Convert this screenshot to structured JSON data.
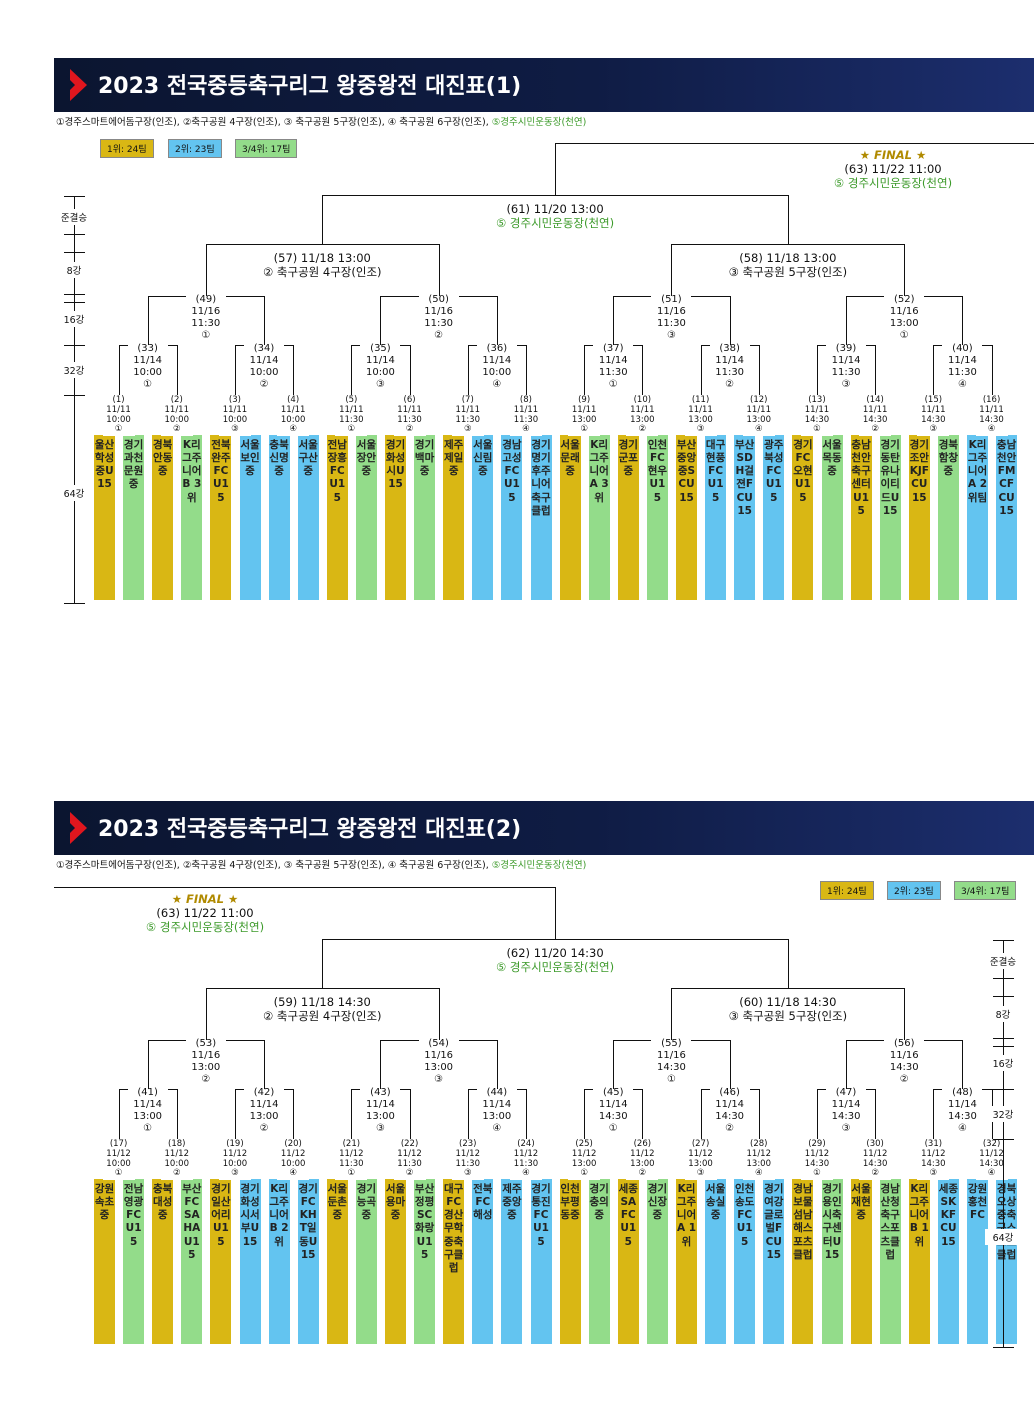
{
  "sheets": [
    {
      "title": "2023 전국중등축구리그 왕중왕전 대진표(1)",
      "venues_text": "①경주스마트에어돔구장(인조), ②축구공원 4구장(인조), ③ 축구공원 5구장(인조), ④ 축구공원 6구장(인조), ",
      "venues_green": "⑤경주시민운동장(천연)",
      "legend": [
        "1위: 24팀",
        "2위: 23팀",
        "3/4위: 17팀"
      ],
      "final": {
        "star": "★ FINAL ★",
        "info": "(63) 11/22 11:00",
        "venue": "⑤ 경주시민운동장(천연)"
      },
      "semi": {
        "info": "(61) 11/20 13:00",
        "venue": "⑤ 경주시민운동장(천연)"
      },
      "quarters": [
        {
          "info": "(57) 11/18 13:00",
          "venue": "② 축구공원 4구장(인조)"
        },
        {
          "info": "(58) 11/18 13:00",
          "venue": "③ 축구공원 5구장(인조)"
        }
      ],
      "r16": [
        {
          "no": "(49)",
          "date": "11/16",
          "time": "11:30",
          "venue": "①"
        },
        {
          "no": "(50)",
          "date": "11/16",
          "time": "11:30",
          "venue": "②"
        },
        {
          "no": "(51)",
          "date": "11/16",
          "time": "11:30",
          "venue": "③"
        },
        {
          "no": "(52)",
          "date": "11/16",
          "time": "13:00",
          "venue": "①"
        }
      ],
      "r32": [
        {
          "no": "(33)",
          "date": "11/14",
          "time": "10:00",
          "venue": "①"
        },
        {
          "no": "(34)",
          "date": "11/14",
          "time": "10:00",
          "venue": "②"
        },
        {
          "no": "(35)",
          "date": "11/14",
          "time": "10:00",
          "venue": "③"
        },
        {
          "no": "(36)",
          "date": "11/14",
          "time": "10:00",
          "venue": "④"
        },
        {
          "no": "(37)",
          "date": "11/14",
          "time": "11:30",
          "venue": "①"
        },
        {
          "no": "(38)",
          "date": "11/14",
          "time": "11:30",
          "venue": "②"
        },
        {
          "no": "(39)",
          "date": "11/14",
          "time": "11:30",
          "venue": "③"
        },
        {
          "no": "(40)",
          "date": "11/14",
          "time": "11:30",
          "venue": "④"
        }
      ],
      "r64": [
        {
          "no": "(1)",
          "date": "11/11",
          "time": "10:00",
          "venue": "①"
        },
        {
          "no": "(2)",
          "date": "11/11",
          "time": "10:00",
          "venue": "②"
        },
        {
          "no": "(3)",
          "date": "11/11",
          "time": "10:00",
          "venue": "③"
        },
        {
          "no": "(4)",
          "date": "11/11",
          "time": "10:00",
          "venue": "④"
        },
        {
          "no": "(5)",
          "date": "11/11",
          "time": "11:30",
          "venue": "①"
        },
        {
          "no": "(6)",
          "date": "11/11",
          "time": "11:30",
          "venue": "②"
        },
        {
          "no": "(7)",
          "date": "11/11",
          "time": "11:30",
          "venue": "③"
        },
        {
          "no": "(8)",
          "date": "11/11",
          "time": "11:30",
          "venue": "④"
        },
        {
          "no": "(9)",
          "date": "11/11",
          "time": "13:00",
          "venue": "①"
        },
        {
          "no": "(10)",
          "date": "11/11",
          "time": "13:00",
          "venue": "②"
        },
        {
          "no": "(11)",
          "date": "11/11",
          "time": "13:00",
          "venue": "③"
        },
        {
          "no": "(12)",
          "date": "11/11",
          "time": "13:00",
          "venue": "④"
        },
        {
          "no": "(13)",
          "date": "11/11",
          "time": "14:30",
          "venue": "①"
        },
        {
          "no": "(14)",
          "date": "11/11",
          "time": "14:30",
          "venue": "②"
        },
        {
          "no": "(15)",
          "date": "11/11",
          "time": "14:30",
          "venue": "③"
        },
        {
          "no": "(16)",
          "date": "11/11",
          "time": "14:30",
          "venue": "④"
        }
      ],
      "teams": [
        {
          "name": "울산학성중U15",
          "tier": "gold"
        },
        {
          "name": "경기과천문원중",
          "tier": "green"
        },
        {
          "name": "경북안동중",
          "tier": "gold"
        },
        {
          "name": "K리그주니어B 3위",
          "tier": "green"
        },
        {
          "name": "전북완주FCU15",
          "tier": "gold"
        },
        {
          "name": "서울보인중",
          "tier": "blue"
        },
        {
          "name": "충북신명중",
          "tier": "blue"
        },
        {
          "name": "서울구산중",
          "tier": "blue"
        },
        {
          "name": "전남장흥FCU15",
          "tier": "gold"
        },
        {
          "name": "서울장안중",
          "tier": "green"
        },
        {
          "name": "경기화성시U15",
          "tier": "gold"
        },
        {
          "name": "경기백마중",
          "tier": "green"
        },
        {
          "name": "제주제일중",
          "tier": "gold"
        },
        {
          "name": "서울신림중",
          "tier": "blue"
        },
        {
          "name": "경남고성FCU15",
          "tier": "blue"
        },
        {
          "name": "경기명기후주니어축구클럽",
          "tier": "blue"
        },
        {
          "name": "서울문래중",
          "tier": "gold"
        },
        {
          "name": "K리그주니어A 3위",
          "tier": "green"
        },
        {
          "name": "경기군포중",
          "tier": "gold"
        },
        {
          "name": "인천FC현우U15",
          "tier": "green"
        },
        {
          "name": "부산중앙중SCU15",
          "tier": "gold"
        },
        {
          "name": "대구현풍FCU15",
          "tier": "blue"
        },
        {
          "name": "부산SDH걸젼FCU15",
          "tier": "blue"
        },
        {
          "name": "광주북성FCU15",
          "tier": "blue"
        },
        {
          "name": "경기FC오현U15",
          "tier": "gold"
        },
        {
          "name": "서울목동중",
          "tier": "green"
        },
        {
          "name": "충남천안축구센터U15",
          "tier": "gold"
        },
        {
          "name": "경기동탄유나이티드U15",
          "tier": "green"
        },
        {
          "name": "경기조안KJFCU15",
          "tier": "gold"
        },
        {
          "name": "경북함창중",
          "tier": "green"
        },
        {
          "name": "K리그주니어A 2위팀",
          "tier": "blue"
        },
        {
          "name": "충남천안FMCFCU15",
          "tier": "blue"
        }
      ]
    },
    {
      "title": "2023 전국중등축구리그 왕중왕전 대진표(2)",
      "venues_text": "①경주스마트에어돔구장(인조), ②축구공원 4구장(인조), ③ 축구공원 5구장(인조), ④ 축구공원 6구장(인조), ",
      "venues_green": "⑤경주시민운동장(천연)",
      "legend": [
        "1위: 24팀",
        "2위: 23팀",
        "3/4위: 17팀"
      ],
      "final": {
        "star": "★ FINAL ★",
        "info": "(63) 11/22 11:00",
        "venue": "⑤ 경주시민운동장(천연)"
      },
      "semi": {
        "info": "(62) 11/20 14:30",
        "venue": "⑤ 경주시민운동장(천연)"
      },
      "quarters": [
        {
          "info": "(59) 11/18 14:30",
          "venue": "② 축구공원 4구장(인조)"
        },
        {
          "info": "(60) 11/18 14:30",
          "venue": "③ 축구공원 5구장(인조)"
        }
      ],
      "r16": [
        {
          "no": "(53)",
          "date": "11/16",
          "time": "13:00",
          "venue": "②"
        },
        {
          "no": "(54)",
          "date": "11/16",
          "time": "13:00",
          "venue": "③"
        },
        {
          "no": "(55)",
          "date": "11/16",
          "time": "14:30",
          "venue": "①"
        },
        {
          "no": "(56)",
          "date": "11/16",
          "time": "14:30",
          "venue": "②"
        }
      ],
      "r32": [
        {
          "no": "(41)",
          "date": "11/14",
          "time": "13:00",
          "venue": "①"
        },
        {
          "no": "(42)",
          "date": "11/14",
          "time": "13:00",
          "venue": "②"
        },
        {
          "no": "(43)",
          "date": "11/14",
          "time": "13:00",
          "venue": "③"
        },
        {
          "no": "(44)",
          "date": "11/14",
          "time": "13:00",
          "venue": "④"
        },
        {
          "no": "(45)",
          "date": "11/14",
          "time": "14:30",
          "venue": "①"
        },
        {
          "no": "(46)",
          "date": "11/14",
          "time": "14:30",
          "venue": "②"
        },
        {
          "no": "(47)",
          "date": "11/14",
          "time": "14:30",
          "venue": "③"
        },
        {
          "no": "(48)",
          "date": "11/14",
          "time": "14:30",
          "venue": "④"
        }
      ],
      "r64": [
        {
          "no": "(17)",
          "date": "11/12",
          "time": "10:00",
          "venue": "①"
        },
        {
          "no": "(18)",
          "date": "11/12",
          "time": "10:00",
          "venue": "②"
        },
        {
          "no": "(19)",
          "date": "11/12",
          "time": "10:00",
          "venue": "③"
        },
        {
          "no": "(20)",
          "date": "11/12",
          "time": "10:00",
          "venue": "④"
        },
        {
          "no": "(21)",
          "date": "11/12",
          "time": "11:30",
          "venue": "①"
        },
        {
          "no": "(22)",
          "date": "11/12",
          "time": "11:30",
          "venue": "②"
        },
        {
          "no": "(23)",
          "date": "11/12",
          "time": "11:30",
          "venue": "③"
        },
        {
          "no": "(24)",
          "date": "11/12",
          "time": "11:30",
          "venue": "④"
        },
        {
          "no": "(25)",
          "date": "11/12",
          "time": "13:00",
          "venue": "①"
        },
        {
          "no": "(26)",
          "date": "11/12",
          "time": "13:00",
          "venue": "②"
        },
        {
          "no": "(27)",
          "date": "11/12",
          "time": "13:00",
          "venue": "③"
        },
        {
          "no": "(28)",
          "date": "11/12",
          "time": "13:00",
          "venue": "④"
        },
        {
          "no": "(29)",
          "date": "11/12",
          "time": "14:30",
          "venue": "①"
        },
        {
          "no": "(30)",
          "date": "11/12",
          "time": "14:30",
          "venue": "②"
        },
        {
          "no": "(31)",
          "date": "11/12",
          "time": "14:30",
          "venue": "③"
        },
        {
          "no": "(32)",
          "date": "11/12",
          "time": "14:30",
          "venue": "④"
        }
      ],
      "teams": [
        {
          "name": "강원속초중",
          "tier": "gold"
        },
        {
          "name": "전남영광FCU15",
          "tier": "green"
        },
        {
          "name": "충북대성중",
          "tier": "gold"
        },
        {
          "name": "부산FCSAHAU15",
          "tier": "green"
        },
        {
          "name": "경기일산어리U15",
          "tier": "gold"
        },
        {
          "name": "경기화성시서부U15",
          "tier": "blue"
        },
        {
          "name": "K리그주니어B 2위",
          "tier": "blue"
        },
        {
          "name": "경기FCKHT일동U15",
          "tier": "blue"
        },
        {
          "name": "서울둔촌중",
          "tier": "gold"
        },
        {
          "name": "경기능곡중",
          "tier": "green"
        },
        {
          "name": "서울용마중",
          "tier": "gold"
        },
        {
          "name": "부산정평SC화랑U15",
          "tier": "green"
        },
        {
          "name": "대구FC경산무학중축구클럽",
          "tier": "gold"
        },
        {
          "name": "전북FC해성",
          "tier": "blue"
        },
        {
          "name": "제주중앙중",
          "tier": "blue"
        },
        {
          "name": "경기통진FCU15",
          "tier": "blue"
        },
        {
          "name": "인천부평동중",
          "tier": "gold"
        },
        {
          "name": "경기충의중",
          "tier": "green"
        },
        {
          "name": "세종SAFCU15",
          "tier": "gold"
        },
        {
          "name": "경기신장중",
          "tier": "green"
        },
        {
          "name": "K리그주니어A 1위",
          "tier": "gold"
        },
        {
          "name": "서울송실중",
          "tier": "blue"
        },
        {
          "name": "인천송도FCU15",
          "tier": "blue"
        },
        {
          "name": "경기여강글로벌FCU15",
          "tier": "blue"
        },
        {
          "name": "경남보물섬남해스포츠클럽",
          "tier": "gold"
        },
        {
          "name": "경기용인시축구센터U15",
          "tier": "green"
        },
        {
          "name": "서울재현중",
          "tier": "gold"
        },
        {
          "name": "경남산청축구스포츠클럽",
          "tier": "green"
        },
        {
          "name": "K리그주니어B 1위",
          "tier": "gold"
        },
        {
          "name": "세종SKKFCU15",
          "tier": "blue"
        },
        {
          "name": "강원홍천FC",
          "tier": "blue"
        },
        {
          "name": "경북오상중축구스포츠클럽",
          "tier": "blue"
        }
      ]
    }
  ],
  "round_labels": [
    "준결승",
    "8강",
    "16강",
    "32강",
    "64강"
  ],
  "tier_colors": {
    "gold": "#d9b714",
    "blue": "#63c4f0",
    "green": "#93dc8a"
  }
}
